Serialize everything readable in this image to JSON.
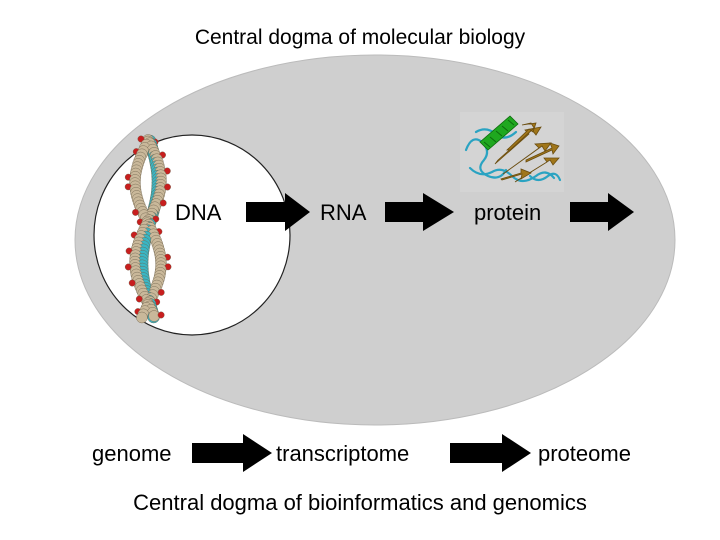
{
  "title": "Central dogma of molecular biology",
  "molecular": {
    "dna": "DNA",
    "rna": "RNA",
    "protein": "protein"
  },
  "omics": {
    "genome": "genome",
    "transcriptome": "transcriptome",
    "proteome": "proteome"
  },
  "footer": "Central dogma of bioinformatics and genomics",
  "colors": {
    "outer_ellipse": "#cfcfcf",
    "inner_circle": "#ffffff",
    "arrow": "#000000",
    "dna_atoms": "#c9b89a",
    "dna_oxygen": "#c81e1e",
    "dna_backbone": "#3ab6c4",
    "protein_coil": "#2aa3c2",
    "protein_sheet": "#a0761a",
    "protein_helix": "#1fa81f"
  },
  "icons": {
    "dna_structure": "dna-double-helix-icon",
    "protein_structure": "protein-ribbon-structure-icon"
  }
}
